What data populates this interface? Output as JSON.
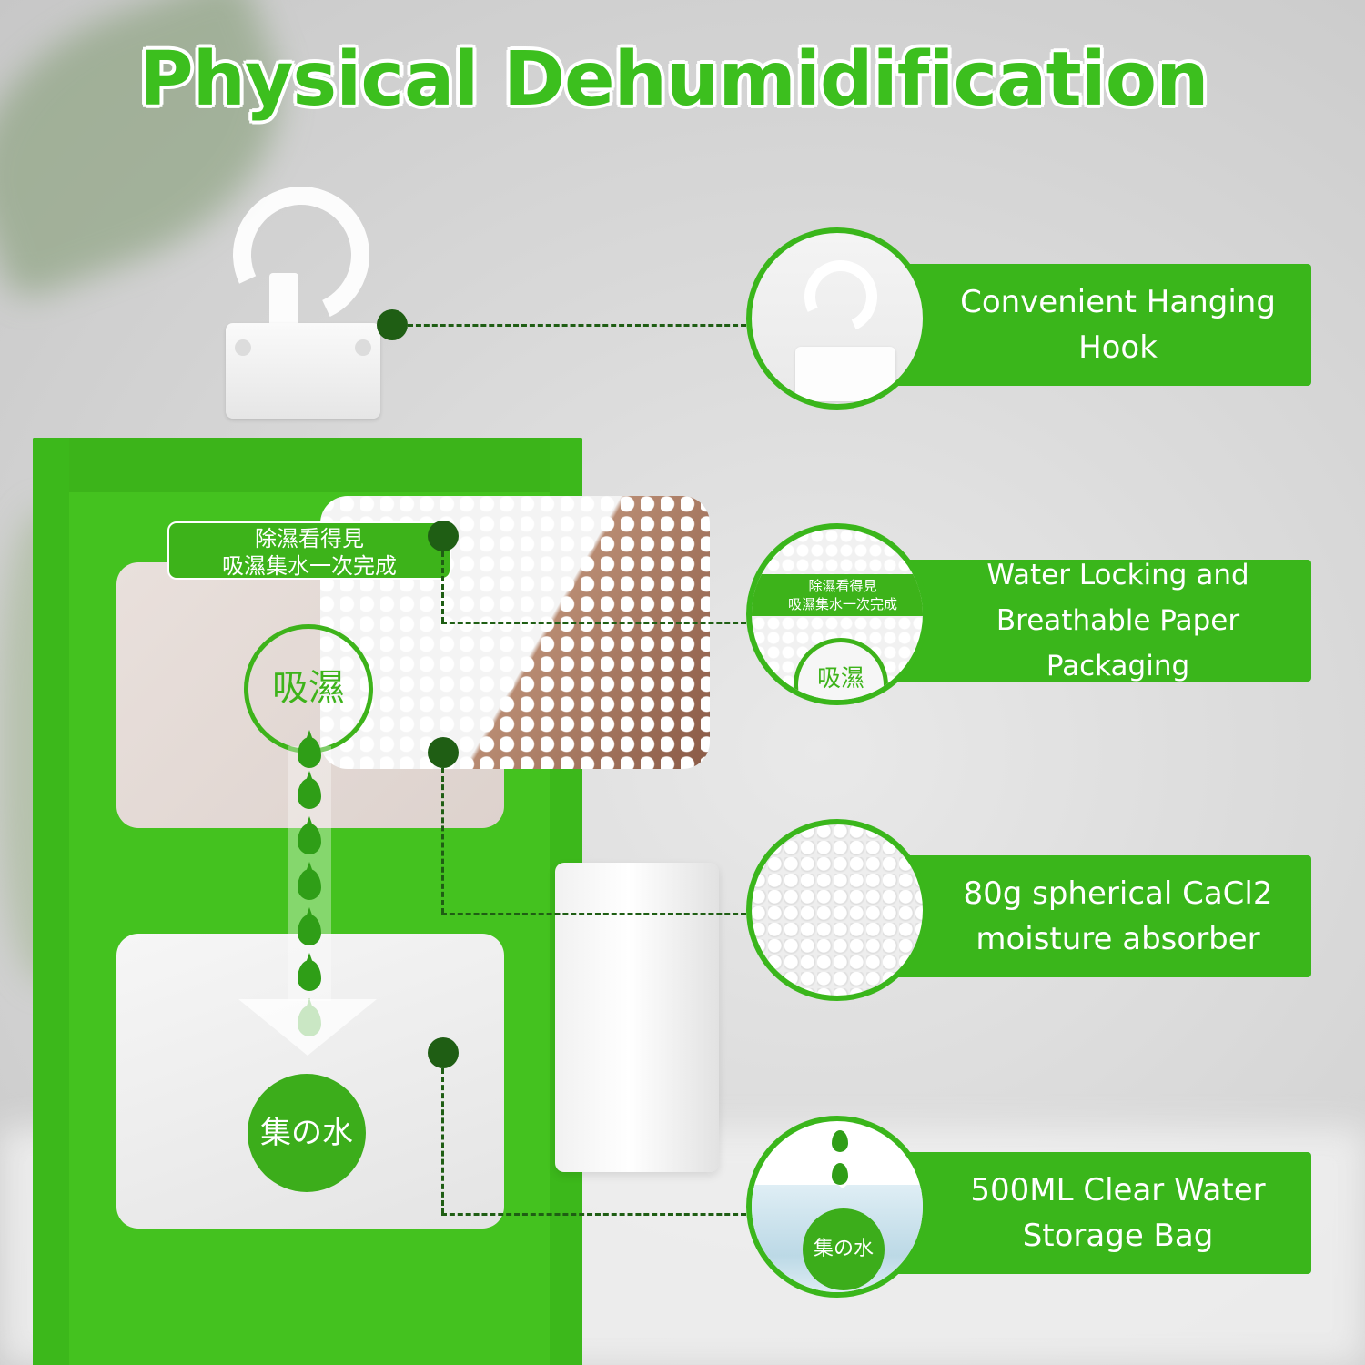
{
  "title": "Physical Dehumidification",
  "colors": {
    "brand_green": "#3ab61b",
    "dark_green": "#1f5e14",
    "white": "#ffffff"
  },
  "bag": {
    "banner_line1": "除濕看得見",
    "banner_line2": "吸濕集水一次完成",
    "absorb_label": "吸濕",
    "collect_label": "集の水"
  },
  "features": [
    {
      "label": "Convenient Hanging Hook",
      "icon": "hook-icon"
    },
    {
      "label": "Water Locking and Breathable Paper Packaging",
      "icon": "paper-packaging-icon",
      "inset_line1": "除濕看得見",
      "inset_line2": "吸濕集水一次完成",
      "inset_badge": "吸濕"
    },
    {
      "label": "80g spherical CaCl2 moisture absorber",
      "icon": "beads-icon"
    },
    {
      "label": "500ML Clear Water Storage Bag",
      "icon": "water-bag-icon",
      "inset_badge": "集の水"
    }
  ]
}
